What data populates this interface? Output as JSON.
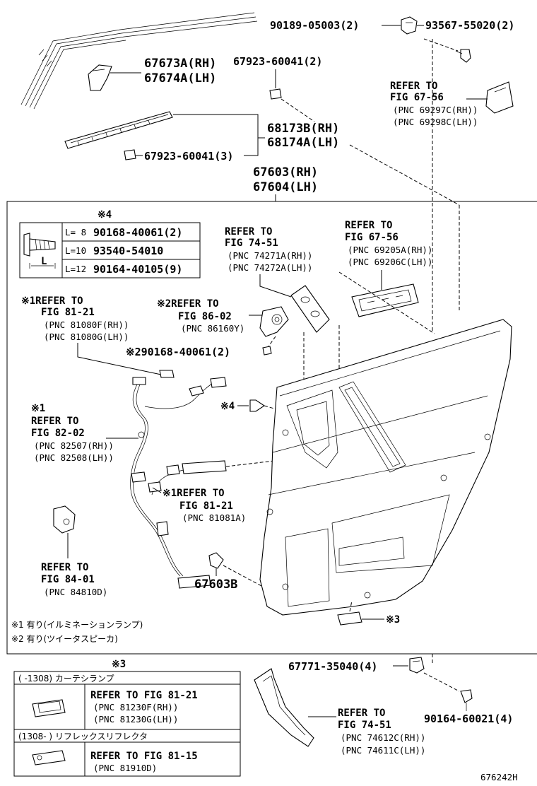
{
  "top": {
    "nut_pn": "90189-05003(2)",
    "cap_pn": "93567-55020(2)",
    "mold_rh": "67673A(RH)",
    "mold_lh": "67674A(LH)",
    "clip1_pn": "67923-60041(2)",
    "refer1_a": "REFER TO",
    "refer1_b": "FIG 67-56",
    "refer1_c": "(PNC 69297C(RH))",
    "refer1_d": "(PNC 69298C(LH))",
    "weather_rh": "68173B(RH)",
    "weather_lh": "68174A(LH)",
    "clip2_pn": "67923-60041(3)",
    "board_rh": "67603(RH)",
    "board_lh": "67604(LH)"
  },
  "screw_table": {
    "note": "※4",
    "rows": [
      {
        "len": "L= 8",
        "pn": "90168-40061(2)"
      },
      {
        "len": "L=10",
        "pn": "93540-54010"
      },
      {
        "len": "L=12",
        "pn": "90164-40105(9)"
      }
    ],
    "dim": "L"
  },
  "refs": {
    "r7451_a": "REFER TO",
    "r7451_b": "FIG 74-51",
    "r7451_c": "(PNC 74271A(RH))",
    "r7451_d": "(PNC 74272A(LH))",
    "r6756_a": "REFER TO",
    "r6756_b": "FIG 67-56",
    "r6756_c": "(PNC 69205A(RH))",
    "r6756_d": "(PNC 69206C(LH))",
    "r8121_a": "※1REFER TO",
    "r8121_b": "FIG 81-21",
    "r8121_c": "(PNC 81080F(RH))",
    "r8121_d": "(PNC 81080G(LH))",
    "r8602_a": "※2REFER TO",
    "r8602_b": "FIG 86-02",
    "r8602_c": "(PNC 86160Y)",
    "screw_a": "※290168-40061(2)",
    "mark4": "※4",
    "r8202_n": "※1",
    "r8202_a": "REFER TO",
    "r8202_b": "FIG 82-02",
    "r8202_c": "(PNC 82507(RH))",
    "r8202_d": "(PNC 82508(LH))",
    "r81081_a": "※1REFER TO",
    "r81081_b": "FIG 81-21",
    "r81081_c": "(PNC 81081A)",
    "r8401_a": "REFER TO",
    "r8401_b": "FIG 84-01",
    "r8401_c": "(PNC 84810D)",
    "clip_pn": "67603B",
    "mark3": "※3"
  },
  "notes": {
    "n1": "※1  有り(イルミネーションランプ)",
    "n2": "※2  有り(ツイータスピーカ)"
  },
  "bottom_table": {
    "title": "※3",
    "h1": "(     -1308) カーテシランプ",
    "r1_a": "REFER TO FIG 81-21",
    "r1_b": "(PNC 81230F(RH))",
    "r1_c": "(PNC 81230G(LH))",
    "h2": "(1308-      ) リフレックスリフレクタ",
    "r2_a": "REFER TO FIG 81-15",
    "r2_b": "(PNC 81910D)"
  },
  "bottom_right": {
    "clip_pn": "67771-35040(4)",
    "screw_pn": "90164-60021(4)",
    "ref_a": "REFER TO",
    "ref_b": "FIG 74-51",
    "ref_c": "(PNC 74612C(RH))",
    "ref_d": "(PNC 74611C(LH))"
  },
  "figure_id": "676242H"
}
